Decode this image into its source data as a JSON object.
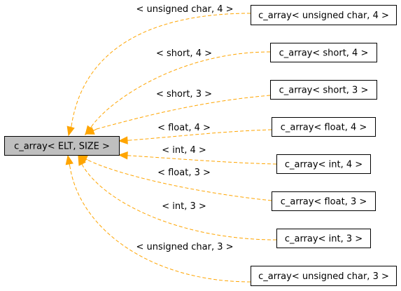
{
  "diagram": {
    "base": {
      "label": "c_array< ELT, SIZE >",
      "fill": "#bfbfbf"
    },
    "node_fill": "#ffffff",
    "edge_color": "#ffa500",
    "specializations": [
      {
        "label": "c_array< unsigned char, 4 >",
        "edge_label": "< unsigned char, 4 >"
      },
      {
        "label": "c_array< short, 4 >",
        "edge_label": "< short, 4 >"
      },
      {
        "label": "c_array< short, 3 >",
        "edge_label": "< short, 3 >"
      },
      {
        "label": "c_array< float, 4 >",
        "edge_label": "< float, 4 >"
      },
      {
        "label": "c_array< int, 4 >",
        "edge_label": "< int, 4 >"
      },
      {
        "label": "c_array< float, 3 >",
        "edge_label": "< float, 3 >"
      },
      {
        "label": "c_array< int, 3 >",
        "edge_label": "< int, 3 >"
      },
      {
        "label": "c_array< unsigned char, 3 >",
        "edge_label": "< unsigned char, 3 >"
      }
    ]
  }
}
